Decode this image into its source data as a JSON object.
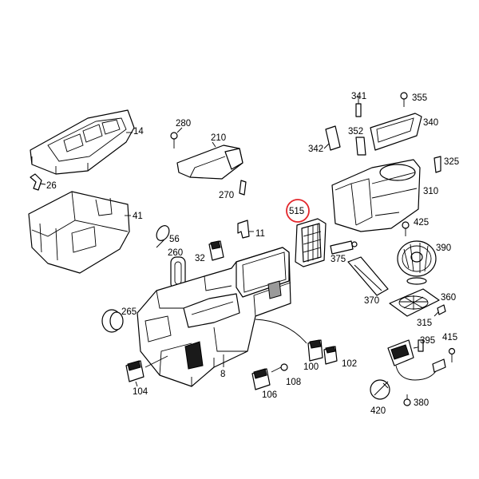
{
  "highlight": {
    "part": "515",
    "color": "#e3262b"
  },
  "callouts": {
    "p14": "14",
    "p26": "26",
    "p41": "41",
    "p56": "56",
    "p260": "260",
    "p32": "32",
    "p11": "11",
    "p280": "280",
    "p210": "210",
    "p270": "270",
    "p515": "515",
    "p375": "375",
    "p370": "370",
    "p341": "341",
    "p355": "355",
    "p352": "352",
    "p340": "340",
    "p342": "342",
    "p325": "325",
    "p310": "310",
    "p425": "425",
    "p390": "390",
    "p360": "360",
    "p315": "315",
    "p265": "265",
    "p8": "8",
    "p104": "104",
    "p100": "100",
    "p102": "102",
    "p108": "108",
    "p106": "106",
    "p395": "395",
    "p415": "415",
    "p420": "420",
    "p380": "380"
  }
}
